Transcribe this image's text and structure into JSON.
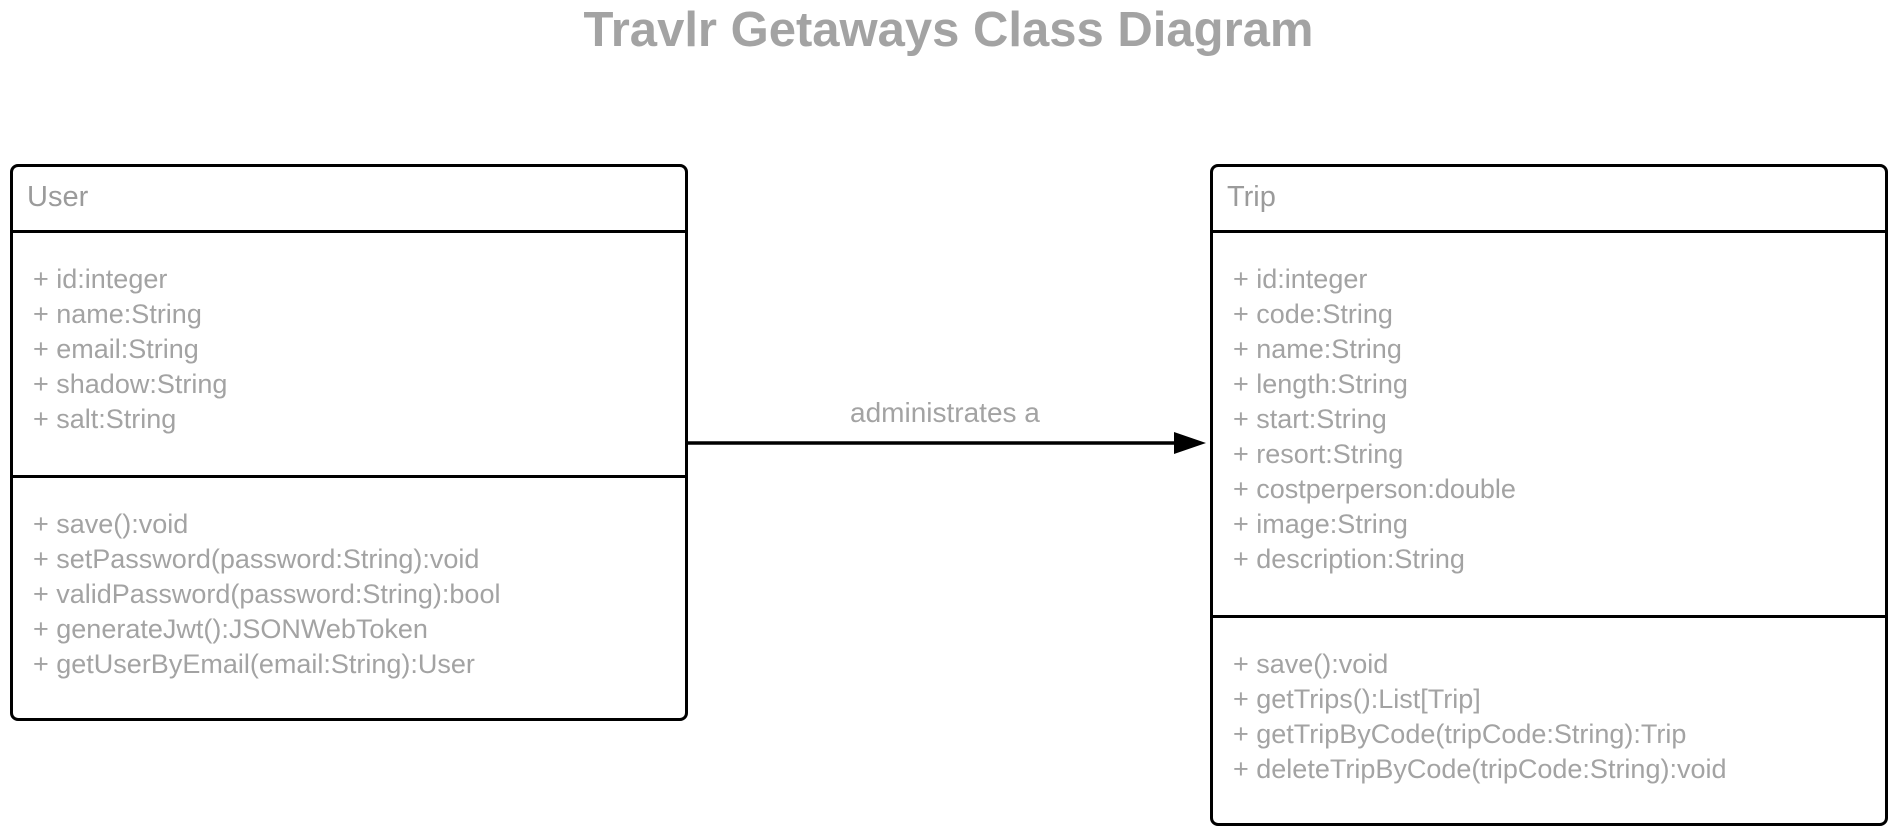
{
  "diagram": {
    "title": "Travlr Getaways Class Diagram",
    "classes": {
      "user": {
        "name": "User",
        "attributes": [
          "+ id:integer",
          "+ name:String",
          "+ email:String",
          "+ shadow:String",
          "+ salt:String"
        ],
        "methods": [
          "+ save():void",
          "+ setPassword(password:String):void",
          "+ validPassword(password:String):bool",
          "+ generateJwt():JSONWebToken",
          "+ getUserByEmail(email:String):User"
        ]
      },
      "trip": {
        "name": "Trip",
        "attributes": [
          "+ id:integer",
          "+ code:String",
          "+ name:String",
          "+ length:String",
          "+ start:String",
          "+ resort:String",
          "+ costperperson:double",
          "+ image:String",
          "+ description:String"
        ],
        "methods": [
          "+ save():void",
          "+ getTrips():List[Trip]",
          "+ getTripByCode(tripCode:String):Trip",
          "+ deleteTripByCode(tripCode:String):void"
        ]
      }
    },
    "association": {
      "label": "administrates a",
      "from": "User",
      "to": "Trip"
    },
    "colors": {
      "text": "#a3a3a3",
      "border": "#000000",
      "background": "#ffffff"
    }
  }
}
